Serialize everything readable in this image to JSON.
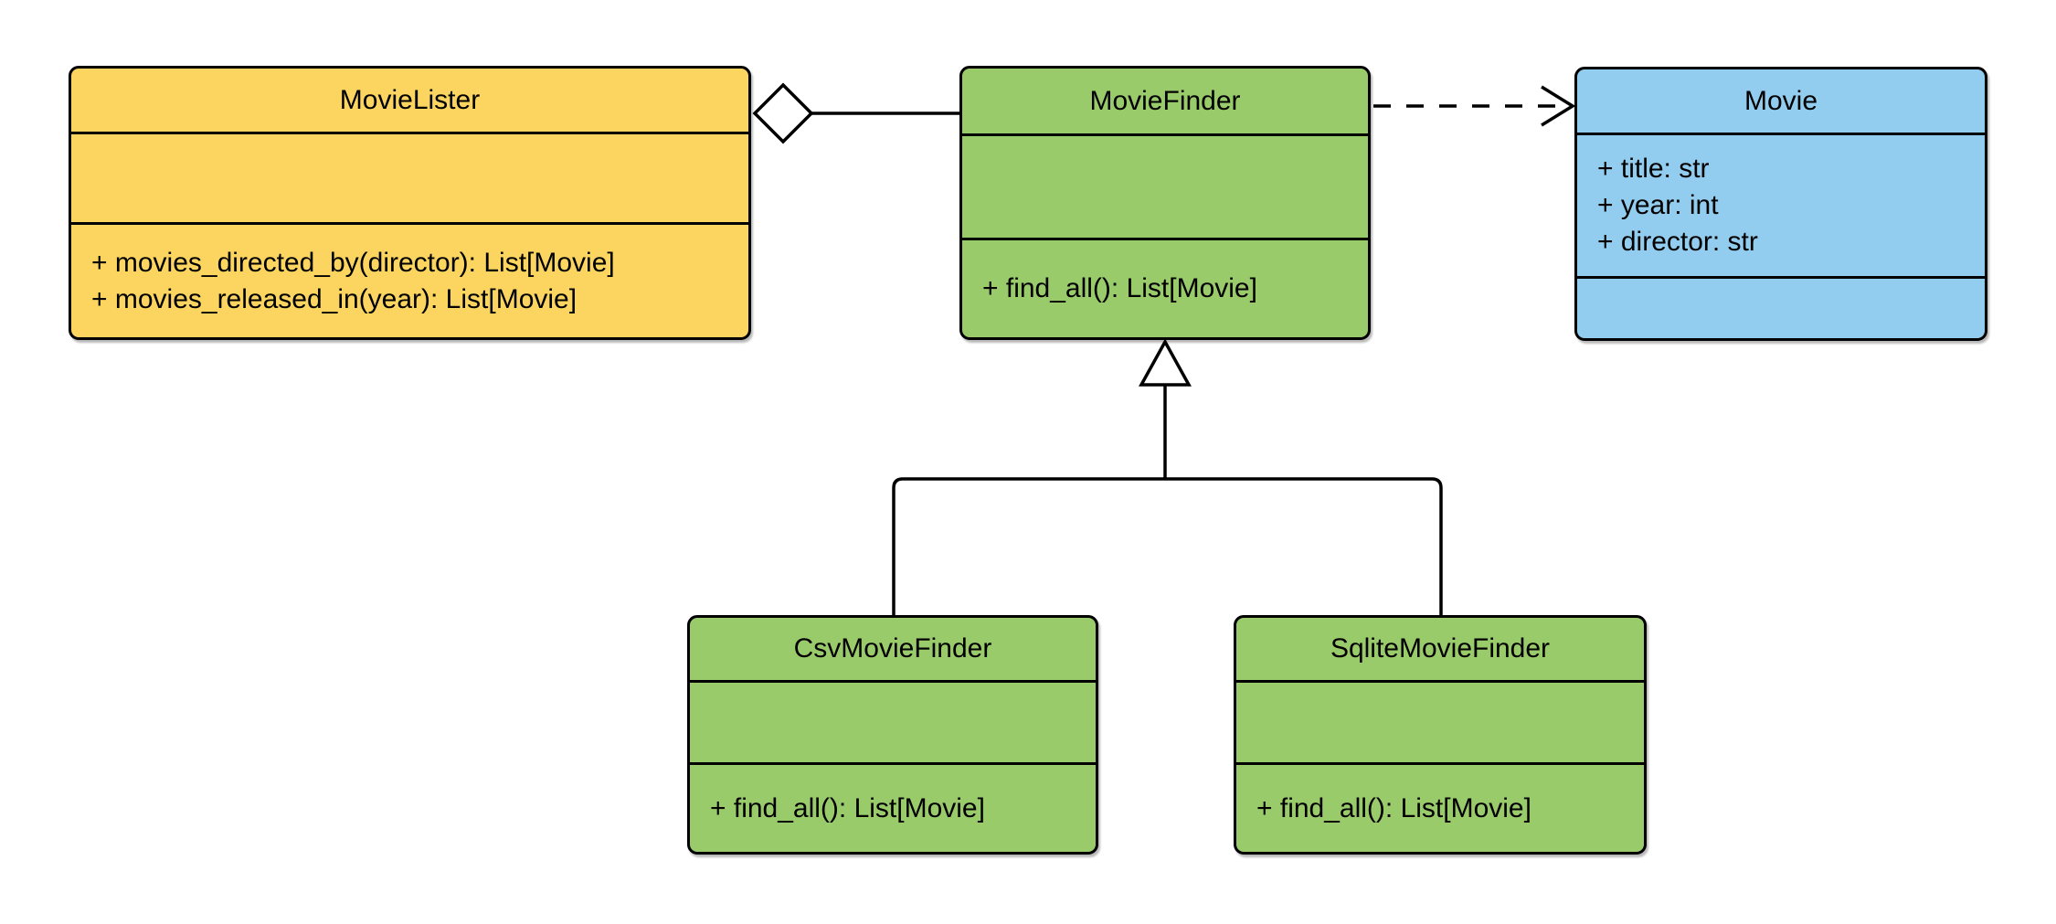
{
  "diagram": {
    "kind": "uml-class-diagram",
    "background": "#FFFFFF",
    "stroke_color": "#000000",
    "text_color": "#000000"
  },
  "classes": [
    {
      "name": "MovieLister",
      "fill": "#FBD55F",
      "attributes": [],
      "methods": [
        "+ movies_directed_by(director): List[Movie]",
        "+ movies_released_in(year): List[Movie]"
      ]
    },
    {
      "name": "MovieFinder",
      "fill": "#99CB6B",
      "attributes": [],
      "methods": [
        "+ find_all(): List[Movie]"
      ]
    },
    {
      "name": "Movie",
      "fill": "#92CCEE",
      "attributes": [
        "+ title: str",
        "+ year: int",
        "+ director: str"
      ],
      "methods": []
    },
    {
      "name": "CsvMovieFinder",
      "fill": "#99CB6B",
      "attributes": [],
      "methods": [
        "+ find_all(): List[Movie]"
      ]
    },
    {
      "name": "SqliteMovieFinder",
      "fill": "#99CB6B",
      "attributes": [],
      "methods": [
        "+ find_all(): List[Movie]"
      ]
    }
  ],
  "relationships": [
    {
      "type": "aggregation",
      "from": "MovieLister",
      "to": "MovieFinder",
      "marker": "hollow-diamond"
    },
    {
      "type": "dependency",
      "from": "MovieFinder",
      "to": "Movie",
      "marker": "open-arrow",
      "line": "dashed"
    },
    {
      "type": "inheritance",
      "from": "CsvMovieFinder",
      "to": "MovieFinder",
      "marker": "hollow-triangle"
    },
    {
      "type": "inheritance",
      "from": "SqliteMovieFinder",
      "to": "MovieFinder",
      "marker": "hollow-triangle"
    }
  ]
}
